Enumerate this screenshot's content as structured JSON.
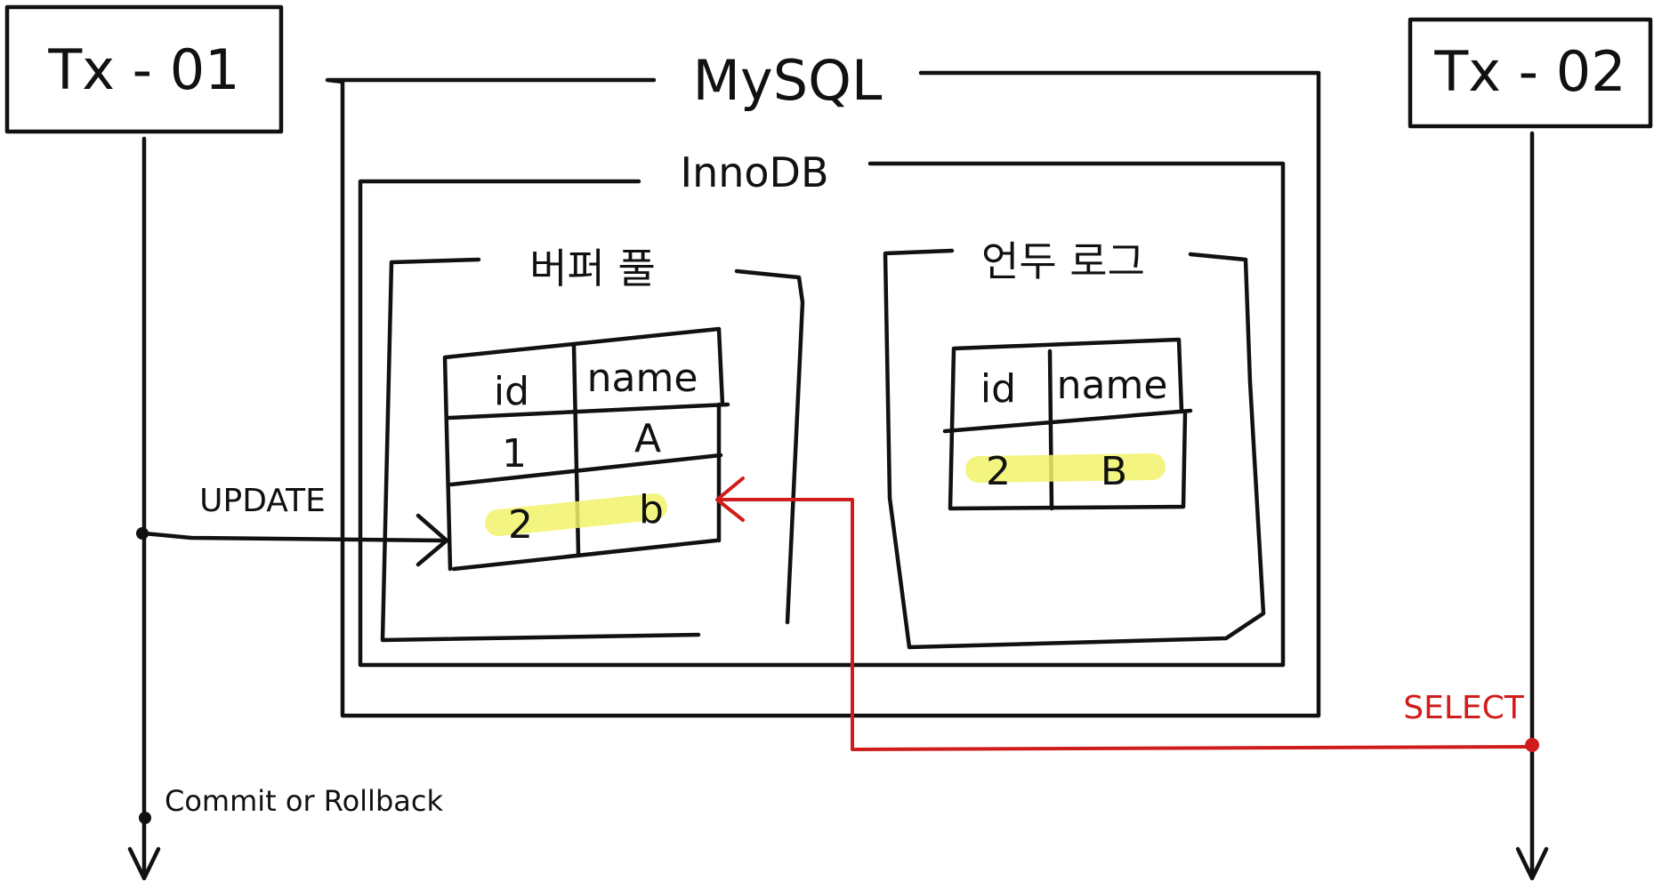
{
  "transactions": {
    "tx1": {
      "label": "Tx - 01"
    },
    "tx2": {
      "label": "Tx - 02"
    }
  },
  "mysql": {
    "label": "MySQL"
  },
  "innodb": {
    "label": "InnoDB"
  },
  "buffer_pool": {
    "label": "버퍼 풀",
    "table": {
      "headers": [
        "id",
        "name"
      ],
      "rows": [
        [
          "1",
          "A"
        ],
        [
          "2",
          "b"
        ]
      ],
      "highlighted_row": 2
    }
  },
  "undo_log": {
    "label": "언두 로그",
    "table": {
      "headers": [
        "id",
        "name"
      ],
      "rows": [
        [
          "2",
          "B"
        ]
      ],
      "highlighted_row": 1
    }
  },
  "operations": {
    "update": "UPDATE",
    "select": "SELECT",
    "commit_or_rollback": "Commit or Rollback"
  },
  "colors": {
    "ink": "#111111",
    "select_red": "#d11c1c",
    "highlight_yellow": "#f2f26a"
  }
}
